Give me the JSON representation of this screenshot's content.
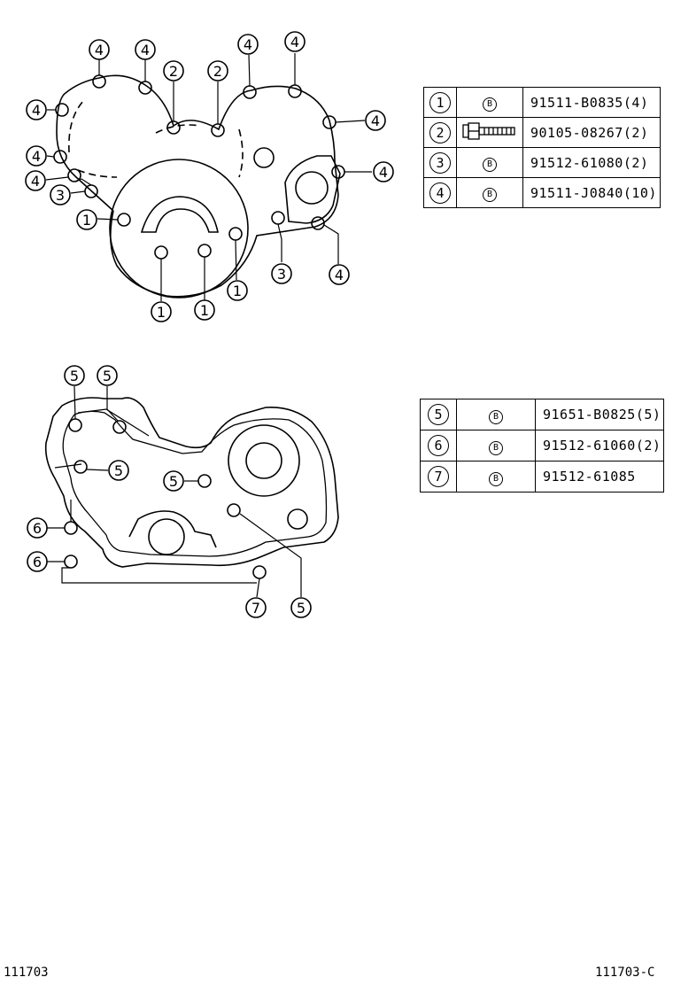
{
  "callouts": {
    "n1": "1",
    "n2": "2",
    "n3": "3",
    "n4": "4",
    "n5": "5",
    "n6": "6",
    "n7": "7"
  },
  "bolt_symbol": "B",
  "table_top": [
    {
      "index": "1",
      "symbol": "B",
      "part_number": "91511-B0835(4)"
    },
    {
      "index": "2",
      "symbol": "bolt-icon",
      "part_number": "90105-08267(2)"
    },
    {
      "index": "3",
      "symbol": "B",
      "part_number": "91512-61080(2)"
    },
    {
      "index": "4",
      "symbol": "B",
      "part_number": "91511-J0840(10)"
    }
  ],
  "table_bottom": [
    {
      "index": "5",
      "symbol": "B",
      "part_number": "91651-B0825(5)"
    },
    {
      "index": "6",
      "symbol": "B",
      "part_number": "91512-61060(2)"
    },
    {
      "index": "7",
      "symbol": "B",
      "part_number": "91512-61085"
    }
  ],
  "footer": {
    "left_code": "111703",
    "right_code": "111703-C"
  }
}
